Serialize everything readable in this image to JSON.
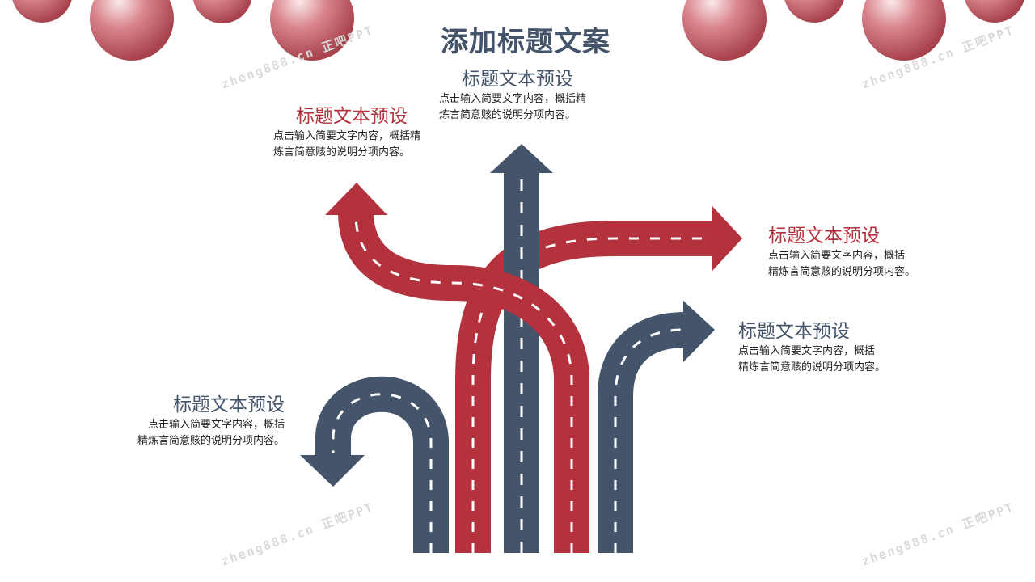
{
  "title": "添加标题文案",
  "blocks": [
    {
      "heading": "标题文本预设",
      "lines": [
        "点击输入简要文字内容，概括精",
        "炼言简意赅的说明分项内容。"
      ]
    },
    {
      "heading": "标题文本预设",
      "lines": [
        "点击输入简要文字内容，概括精",
        "炼言简意赅的说明分项内容。"
      ]
    },
    {
      "heading": "标题文本预设",
      "lines": [
        "点击输入简要文字内容，概括",
        "精炼言简意赅的说明分项内容。"
      ]
    },
    {
      "heading": "标题文本预设",
      "lines": [
        "点击输入简要文字内容，概括",
        "精炼言简意赅的说明分项内容。"
      ]
    },
    {
      "heading": "标题文本预设",
      "lines": [
        "点击输入简要文字内容，概括",
        "精炼言简意赅的说明分项内容。"
      ]
    }
  ],
  "watermark": "zheng888.cn 正吧PPT",
  "colors": {
    "navy": "#44546a",
    "red": "#b4323d",
    "ball": "#c4606b"
  }
}
